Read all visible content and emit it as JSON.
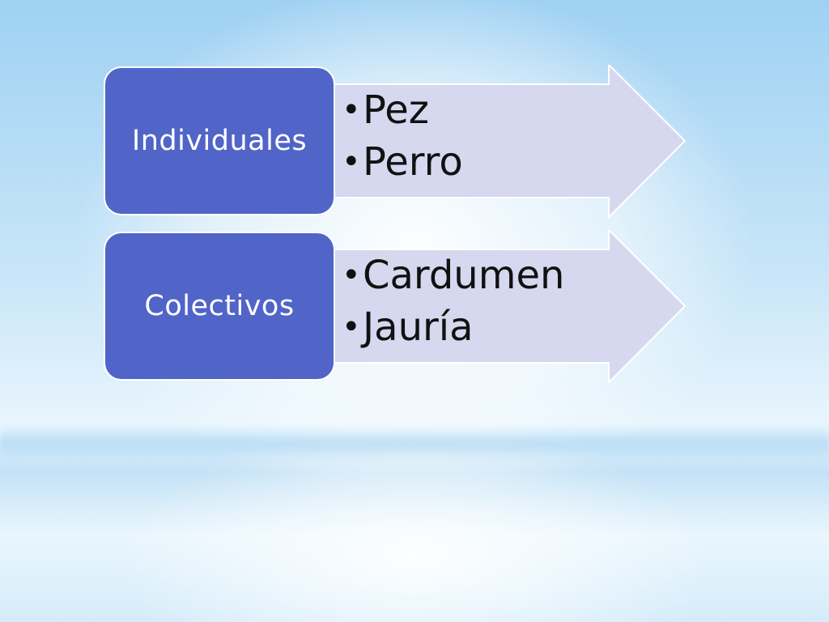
{
  "diagram": {
    "rows": [
      {
        "label": "Individuales",
        "items": [
          "Pez",
          "Perro"
        ]
      },
      {
        "label": "Colectivos",
        "items": [
          "Cardumen",
          "Jauría"
        ]
      }
    ]
  },
  "colors": {
    "label_fill": "#5164c8",
    "arrow_fill": "#d5d8ee",
    "arrow_stroke": "#ffffff",
    "text": "#111111",
    "label_text": "#ffffff"
  },
  "icons": {
    "bullet": "bullet-dot-icon"
  }
}
